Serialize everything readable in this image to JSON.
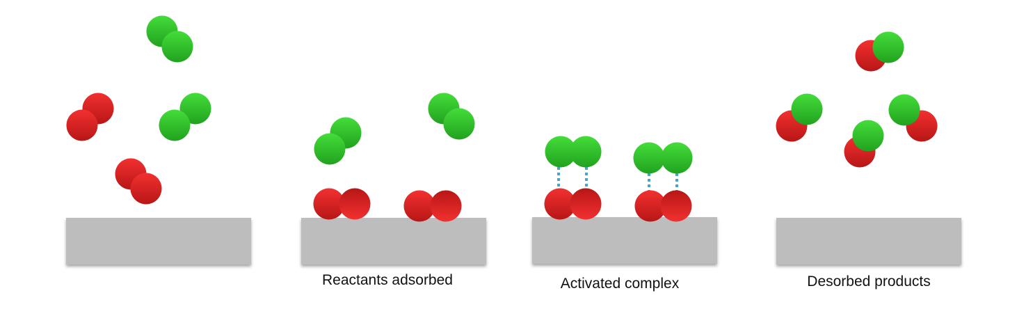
{
  "panels": [
    {
      "label": ""
    },
    {
      "label": "Reactants adsorbed"
    },
    {
      "label": "Activated complex"
    },
    {
      "label": "Desorbed products"
    }
  ],
  "colors": {
    "reactant_a": "#e42222",
    "reactant_b": "#2fc62c",
    "surface": "#bdbdbd",
    "bond": "#4aa3c8"
  }
}
